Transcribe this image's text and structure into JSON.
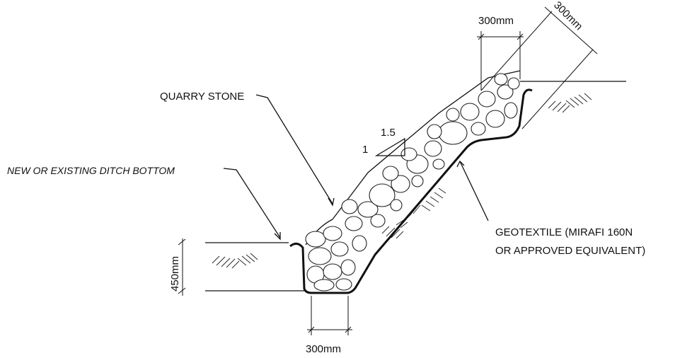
{
  "labels": {
    "top_width": "300mm",
    "thickness": "300mm",
    "bottom_width": "300mm",
    "depth": "450mm",
    "quarry_stone": "QUARRY STONE",
    "ditch_bottom": "NEW OR EXISTING DITCH BOTTOM",
    "geotextile_line1": "GEOTEXTILE (MIRAFI 160N",
    "geotextile_line2": "OR APPROVED EQUIVALENT)",
    "slope_run": "1.5",
    "slope_rise": "1"
  },
  "colors": {
    "ink": "#111111",
    "background": "#ffffff"
  }
}
